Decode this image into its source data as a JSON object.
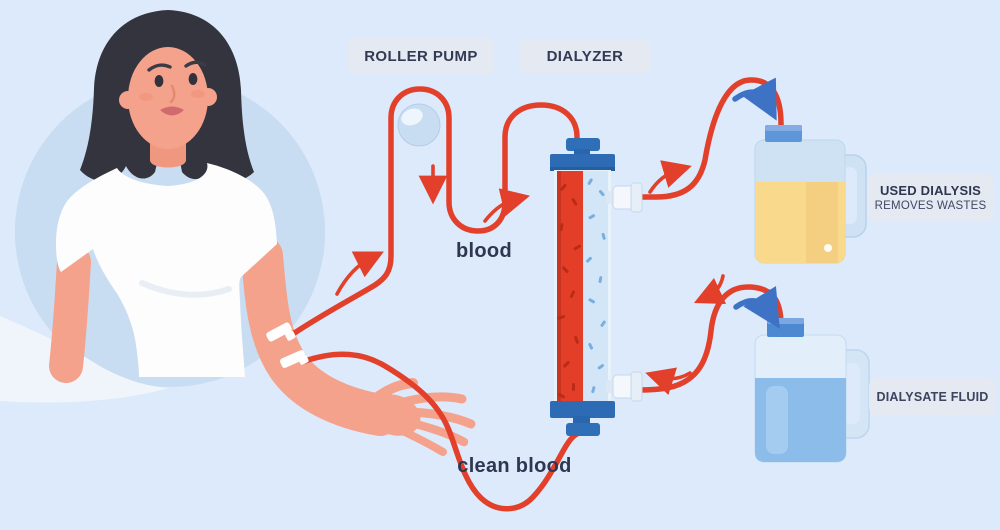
{
  "figure": {
    "subject": "hemodialysis-circuit-diagram"
  },
  "labels": {
    "roller_pump": "ROLLER PUMP",
    "dialyzer": "DIALYZER",
    "blood": "blood",
    "clean_blood": "clean blood",
    "used_dialysis_title": "USED DIALYSIS",
    "used_dialysis_subtitle": "REMOVES WASTES",
    "dialysate_fluid": "DIALYSATE FLUID"
  },
  "colors": {
    "background": "#dceafb",
    "portrait_circle": "#c8dcf2",
    "tube_red": "#e2402a",
    "flow_arrow_blue": "#3e72c4",
    "badge_background": "#e4e9f2",
    "label_text": "#333a55",
    "dialyzer_cap_blue": "#2d6cb5",
    "dialyzer_blood_red": "#e23e28",
    "dialyzer_dialysate_blue": "#d2e6f7",
    "used_dialysate_yellow": "#f9d98c",
    "dialysate_fluid_blue": "#8cbcea",
    "jug_cap_blue": "#4d89d1",
    "skin": "#f5a28c",
    "hair": "#34343e",
    "shirt": "#ffffff"
  },
  "icons": {
    "air_bubble": "bubble-icon",
    "red_flow_arrow": "curved-arrow-icon",
    "blue_flow_arrow": "curved-arrow-icon"
  }
}
